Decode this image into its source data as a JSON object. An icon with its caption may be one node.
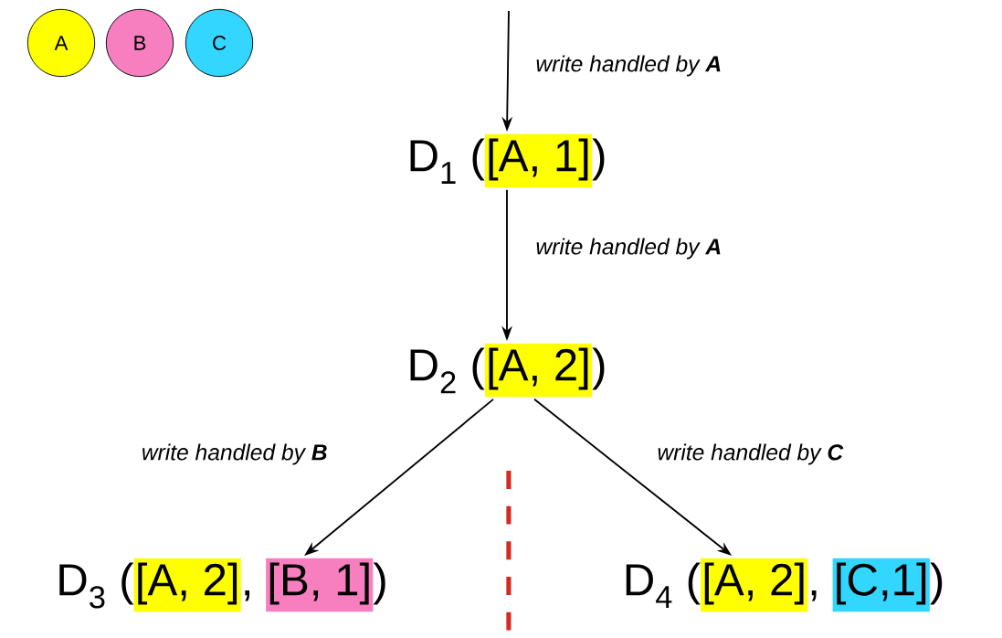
{
  "diagram": {
    "nodes": [
      {
        "text": [
          "A"
        ]
      },
      {
        "text": [
          "B"
        ]
      },
      {
        "text": [
          "C"
        ]
      },
      {
        "text": [
          "D$_{1}$",
          "(",
          "[A, 1]",
          ")"
        ]
      },
      {
        "text": [
          "D$_{2}$",
          "(",
          "[A, 2]",
          ")"
        ]
      },
      {
        "text": [
          "D$_{3}$",
          "(",
          "[A, 2]",
          ",",
          "[B, 1]",
          ")"
        ]
      },
      {
        "text": [
          "D$_{4}$",
          "(",
          "[A, 2]",
          ",",
          "[C,1]",
          ")"
        ]
      }
    ],
    "edges": [
      {
        "from": null,
        "to": 3,
        "arrow": "to",
        "label": "write handled by **A**"
      },
      {
        "from": 3,
        "to": 4,
        "arrow": "to",
        "label": "write handled by **A**"
      },
      {
        "from": 4,
        "to": 5,
        "arrow": "to",
        "label": "write handled by **B**"
      },
      {
        "from": 4,
        "to": 6,
        "arrow": "to",
        "label": "write handled by **C**"
      }
    ]
  }
}
